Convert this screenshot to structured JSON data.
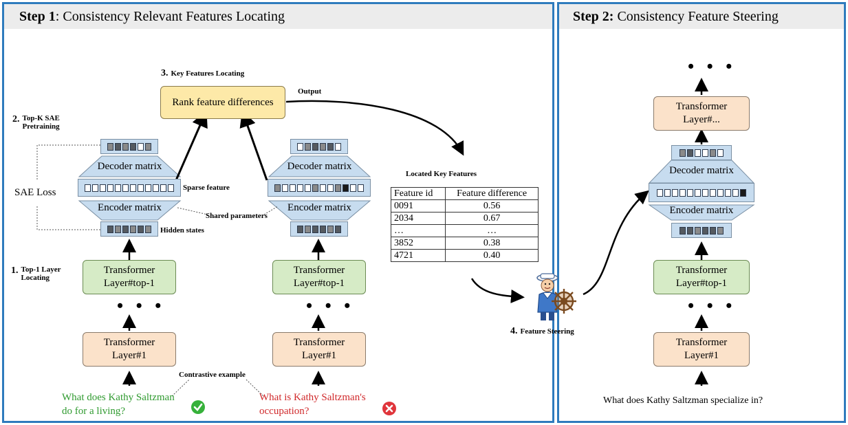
{
  "step1": {
    "prefix": "Step 1",
    "title": ": Consistency Relevant Features Locating"
  },
  "step2": {
    "prefix": "Step 2:",
    "title": " Consistency Feature Steering"
  },
  "stages": {
    "s1_num": "1.",
    "s1_title": "Top-1 Layer",
    "s1_title2": "Locating",
    "s2_num": "2.",
    "s2_title": "Top-K SAE",
    "s2_title2": "Pretraining",
    "s3_num": "3.",
    "s3_title": "Key Features Locating",
    "s4_num": "4.",
    "s4_title": "Feature Steering"
  },
  "labels": {
    "rank": "Rank feature differences",
    "output": "Output",
    "decoder": "Decoder matrix",
    "encoder": "Encoder matrix",
    "sae_loss": "SAE Loss",
    "sparse_feature": "Sparse feature",
    "shared_parameters": "Shared parameters",
    "hidden_states": "Hidden states",
    "contrastive": "Contrastive example",
    "located_key_features": "Located Key Features",
    "dots": "• • •"
  },
  "layers": {
    "top1_a": "Transformer",
    "top1_b": "Layer#top-1",
    "l1_a": "Transformer",
    "l1_b": "Layer#1",
    "ldots_a": "Transformer",
    "ldots_b": "Layer#..."
  },
  "questions": {
    "positive_1": "What does Kathy Saltzman",
    "positive_2": "do for a living?",
    "negative_1": "What is Kathy Saltzman's",
    "negative_2": "occupation?",
    "steering": "What does Kathy Saltzman specialize in?"
  },
  "table": {
    "headers": [
      "Feature id",
      "Feature difference"
    ],
    "rows": [
      [
        "0091",
        "0.56"
      ],
      [
        "2034",
        "0.67"
      ],
      [
        "…",
        "…"
      ],
      [
        "3852",
        "0.38"
      ],
      [
        "4721",
        "0.40"
      ]
    ]
  },
  "colors": {
    "panel_border": "#2e7bbd",
    "positive": "#2f9a2f",
    "negative": "#d0282a",
    "vector_fill": "#c7dcef"
  },
  "icons": {
    "check": "check-circle-icon",
    "cross": "x-circle-icon",
    "sailor": "sailor-helm-icon"
  }
}
